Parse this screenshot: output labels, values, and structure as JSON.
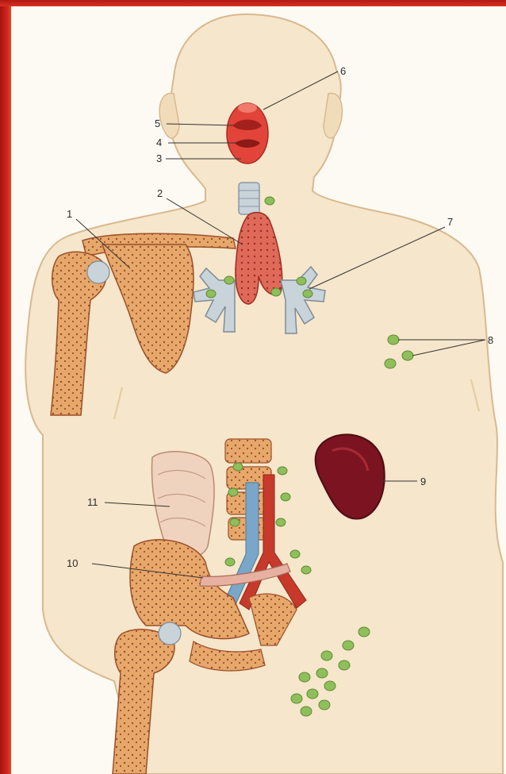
{
  "labels": {
    "l1": "1",
    "l2": "2",
    "l3": "3",
    "l4": "4",
    "l5": "5",
    "l6": "6",
    "l7": "7",
    "l8": "8",
    "l9": "9",
    "l10": "10",
    "l11": "11"
  },
  "colors": {
    "skin": "#f6e6cb",
    "skin_edge": "#d8b98f",
    "bone": "#e7a86b",
    "bone_dot": "#9b4f2a",
    "organ_red": "#d9463a",
    "spleen": "#7b1420",
    "node_green": "#8fbf5a",
    "vein_blue": "#7aa7c9",
    "artery_red": "#c73a2b",
    "bronchi": "#c9d3da",
    "frame_red": "#c8241c"
  }
}
